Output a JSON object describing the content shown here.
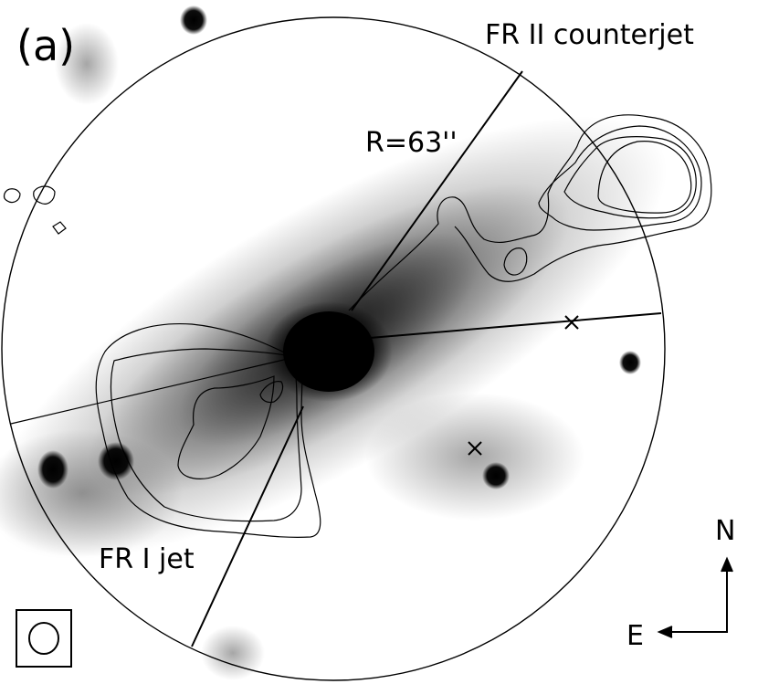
{
  "panel_label": "(a)",
  "labels": {
    "counterjet": "FR II counterjet",
    "jet": "FR I jet",
    "radius": "R=63''"
  },
  "compass": {
    "north": "N",
    "east": "E"
  },
  "colors": {
    "background": "#ffffff",
    "ink": "#000000",
    "emission": "#000000"
  },
  "icons": [
    "beam-ellipse-icon",
    "north-arrow-icon",
    "east-arrow-icon",
    "cross-marker-icon"
  ]
}
